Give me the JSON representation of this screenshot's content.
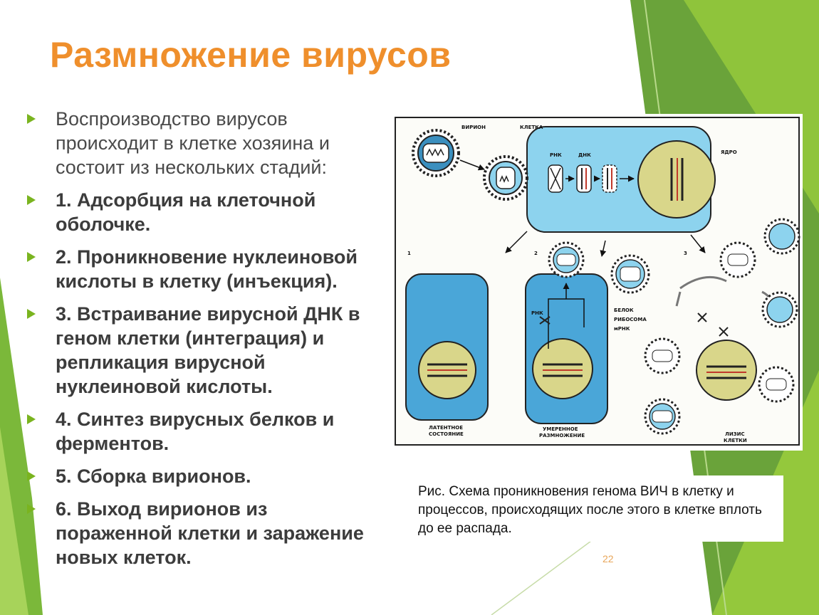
{
  "title": "Размножение вирусов",
  "bullets": [
    "Воспроизводство вирусов происходит в клетке хозяина и состоит из нескольких стадий:",
    "1. Адсорбция на клеточной оболочке.",
    "2. Проникновение нуклеиновой кислоты в клетку (инъекция).",
    "3. Встраивание вирусной ДНК в геном клетки (интеграция) и репликация вирусной нуклеиновой кислоты.",
    "4. Синтез вирусных белков и ферментов.",
    "5. Сборка вирионов.",
    "6. Выход  вирионов из пораженной клетки и заражение новых клеток."
  ],
  "figure": {
    "labels": {
      "virion": "ВИРИОН",
      "cell": "КЛЕТКА",
      "rnk": "РНК",
      "dnk": "ДНК",
      "nucleus": "ЯДРО",
      "protein": "БЕЛОК",
      "ribosome": "РИБОСОМА",
      "mrnk": "мРНК",
      "rnk2": "РНК",
      "latent_1": "ЛАТЕНТНОЕ",
      "latent_2": "СОСТОЯНИЕ",
      "moderate_1": "УМЕРЕННОЕ",
      "moderate_2": "РАЗМНОЖЕНИЕ",
      "lysis_1": "ЛИЗИС",
      "lysis_2": "КЛЕТКИ",
      "n1": "1",
      "n2": "2",
      "n3": "3"
    }
  },
  "caption": "Рис. Схема проникновения генома ВИЧ в клетку и процессов, происходящих после этого в клетке вплоть до ее распада.",
  "page_number": "22",
  "colors": {
    "title": "#ef8f2c",
    "bullet_arrow": "#7ab41f",
    "green_dark": "#5e9a2a",
    "green_light": "#9ccb3b",
    "cell_blue": "#8dd3ee",
    "nucleus": "#d9d68a"
  }
}
